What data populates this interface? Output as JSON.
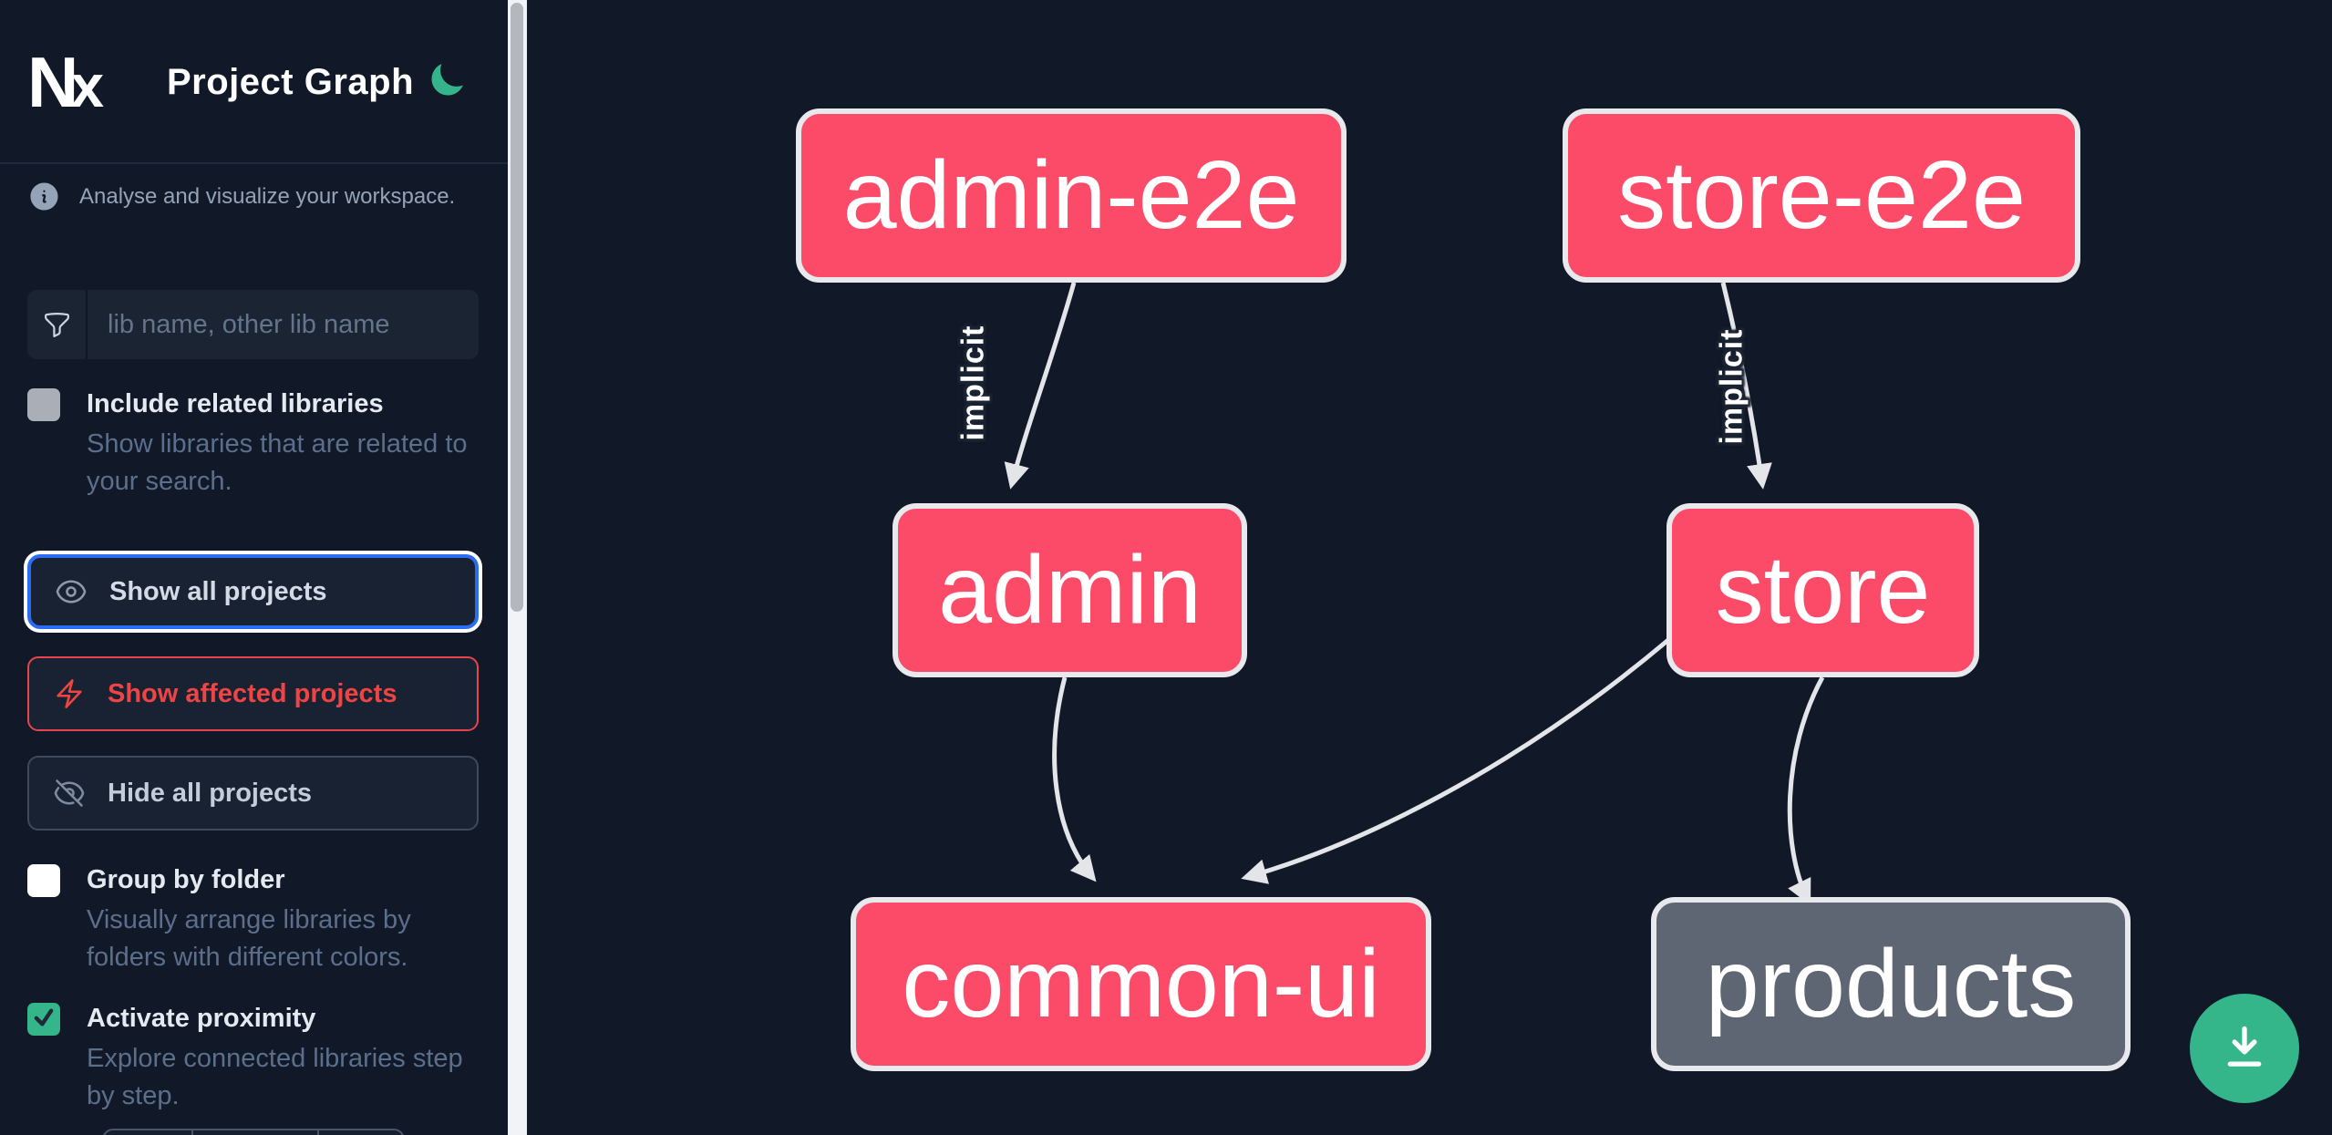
{
  "header": {
    "logo_text": "Nx",
    "title": "Project Graph",
    "theme_icon": "moon-icon"
  },
  "sidebar": {
    "tagline": "Analyse and visualize your workspace.",
    "search": {
      "placeholder": "lib name, other lib name",
      "value": "",
      "icon": "funnel-icon"
    },
    "toggles": [
      {
        "label": "Include related libraries",
        "description": "Show libraries that are related to your search.",
        "checked": false
      },
      {
        "label": "Group by folder",
        "description": "Visually arrange libraries by folders with different colors.",
        "checked": false
      },
      {
        "label": "Activate proximity",
        "description": "Explore connected libraries step by step.",
        "checked": true
      }
    ],
    "buttons": [
      {
        "label": "Show all projects",
        "icon": "eye-icon",
        "state": "focused"
      },
      {
        "label": "Show affected projects",
        "icon": "bolt-icon",
        "state": "danger"
      },
      {
        "label": "Hide all projects",
        "icon": "eye-slash-icon",
        "state": "default"
      }
    ]
  },
  "graph": {
    "nodes": [
      {
        "label": "admin-e2e",
        "style": "affected"
      },
      {
        "label": "store-e2e",
        "style": "affected"
      },
      {
        "label": "admin",
        "style": "affected"
      },
      {
        "label": "store",
        "style": "affected"
      },
      {
        "label": "common-ui",
        "style": "affected"
      },
      {
        "label": "products",
        "style": "plain"
      }
    ],
    "edges": [
      {
        "source": "admin-e2e",
        "target": "admin",
        "label": "implicit"
      },
      {
        "source": "store-e2e",
        "target": "store",
        "label": "implicit"
      },
      {
        "source": "admin",
        "target": "common-ui",
        "label": ""
      },
      {
        "source": "store",
        "target": "common-ui",
        "label": ""
      },
      {
        "source": "store",
        "target": "products",
        "label": ""
      }
    ]
  },
  "fab": {
    "icon": "download-icon"
  },
  "colors": {
    "background": "#111827",
    "node_affected": "#fb4b69",
    "node_plain": "#5f6673",
    "node_border": "#e8e9ec",
    "edge": "#e3e5e8",
    "accent_blue": "#2a6df4",
    "accent_red": "#ef4444",
    "accent_green": "#34b58a"
  }
}
